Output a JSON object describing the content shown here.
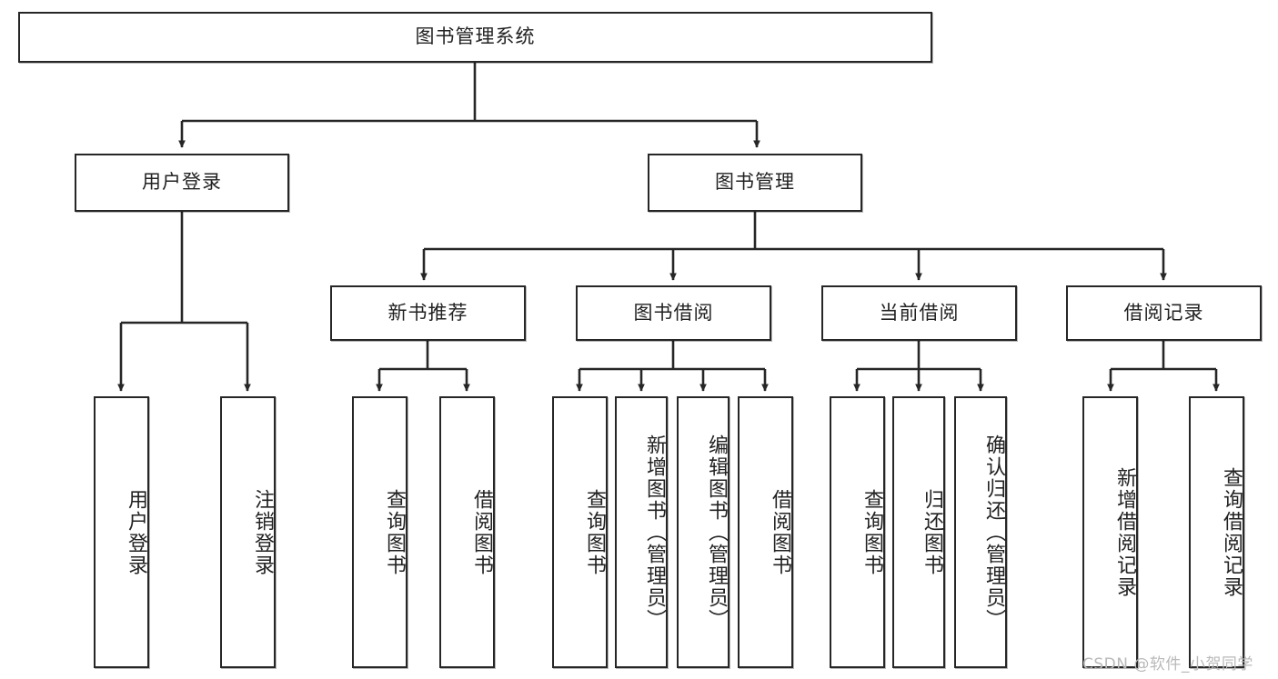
{
  "diagram": {
    "title": "图书管理系统",
    "type": "hierarchy-tree",
    "colors": {
      "stroke": "#262626",
      "fill": "#ffffff",
      "text": "#222222",
      "watermark": "#b9b9b9"
    },
    "root": {
      "label": "图书管理系统"
    },
    "level2": [
      {
        "label": "用户登录"
      },
      {
        "label": "图书管理"
      }
    ],
    "level3": [
      {
        "label": "新书推荐"
      },
      {
        "label": "图书借阅"
      },
      {
        "label": "当前借阅"
      },
      {
        "label": "借阅记录"
      }
    ],
    "leaves": {
      "user_login": [
        {
          "label": "用户登录"
        },
        {
          "label": "注销登录"
        }
      ],
      "new_book_recommend": [
        {
          "label": "查询图书"
        },
        {
          "label": "借阅图书"
        }
      ],
      "book_borrow": [
        {
          "label": "查询图书"
        },
        {
          "label": "新增图书（管理员）"
        },
        {
          "label": "编辑图书（管理员）"
        },
        {
          "label": "借阅图书"
        }
      ],
      "current_borrow": [
        {
          "label": "查询图书"
        },
        {
          "label": "归还图书"
        },
        {
          "label": "确认归还（管理员）"
        }
      ],
      "borrow_record": [
        {
          "label": "新增借阅记录"
        },
        {
          "label": "查询借阅记录"
        }
      ]
    }
  },
  "watermark": {
    "text": "CSDN @软件_小贺同学"
  }
}
